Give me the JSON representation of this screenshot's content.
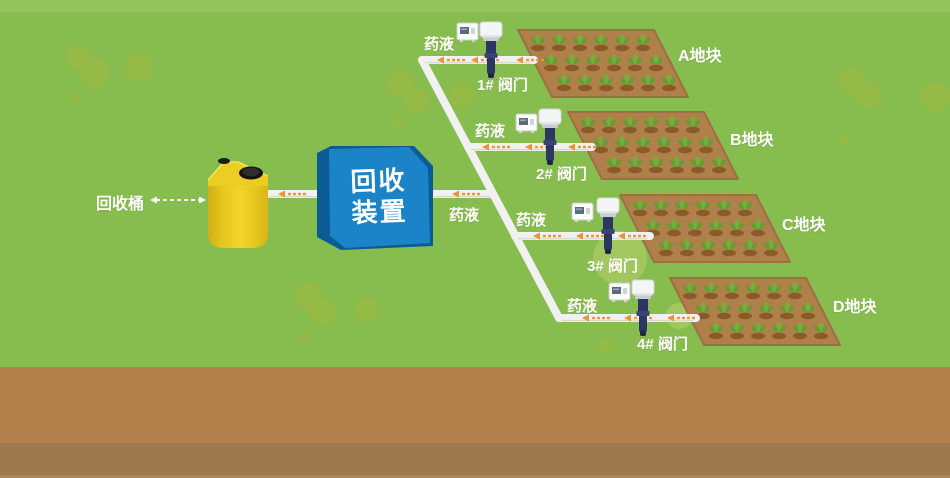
{
  "colors": {
    "background": "#87bd4f",
    "background_top_strip": "#93c45c",
    "blob_olive": "#94ba45",
    "blob_light": "#a3c75f",
    "soil_upper": "#b2804a",
    "soil_lower": "#9e7950",
    "soil_bottom_edge": "#ab8457",
    "field_brown": "#b0804a",
    "field_border": "#9d7040",
    "sprout_leaf": "#6fb23b",
    "sprout_leaf_dark": "#5f9e31",
    "sprout_mound": "#8a5a28",
    "pipe_white": "#f1f1f1",
    "pipe_shadow": "#d8d8d8",
    "arrow_orange": "#ef9134",
    "device_front_blue": "#1b83c7",
    "device_dark_blue": "#0b5c94",
    "tank_yellow": "#ecd024",
    "valve_navy": "#2b3663",
    "valve_navy_dark": "#1d2647",
    "controller_white": "#fbfbfb",
    "label_white": "#ffffff"
  },
  "bucket": {
    "label": "回收桶"
  },
  "device": {
    "label_line1": "回收",
    "label_line2": "装置"
  },
  "pipes": {
    "chemical_label": "药液"
  },
  "valves": [
    {
      "label": "1# 阀门"
    },
    {
      "label": "2# 阀门"
    },
    {
      "label": "3# 阀门"
    },
    {
      "label": "4# 阀门"
    }
  ],
  "fields": [
    {
      "label": "A地块"
    },
    {
      "label": "B地块"
    },
    {
      "label": "C地块"
    },
    {
      "label": "D地块"
    }
  ]
}
